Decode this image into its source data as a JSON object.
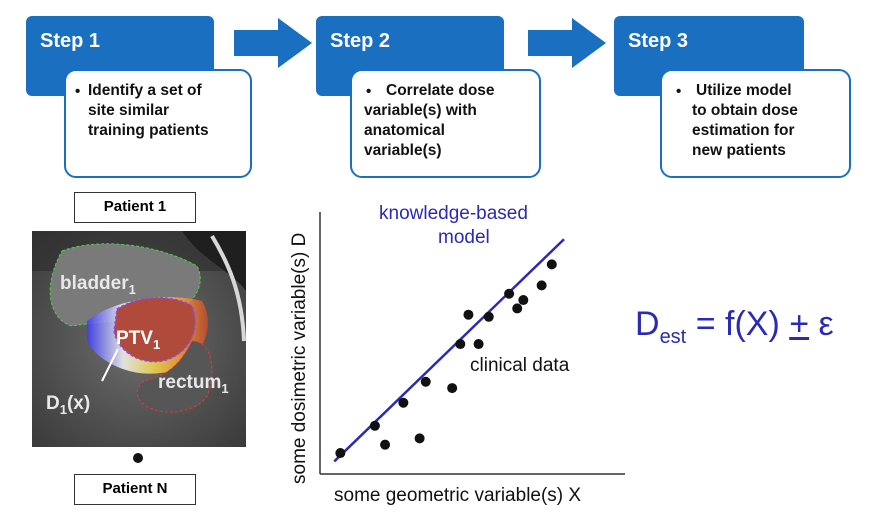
{
  "steps": [
    {
      "title": "Step 1",
      "bullet": "•",
      "lines": [
        "Identify a set of",
        "site similar",
        "training patients"
      ]
    },
    {
      "title": "Step 2",
      "bullet": "•",
      "lines": [
        "Correlate dose",
        "variable(s) with",
        "anatomical",
        "variable(s)"
      ]
    },
    {
      "title": "Step 3",
      "bullet": "•",
      "lines": [
        "Utilize model",
        "to obtain dose",
        "estimation for",
        "new patients"
      ]
    }
  ],
  "patients": {
    "first": "Patient 1",
    "last": "Patient N"
  },
  "ct_labels": {
    "bladder": "bladder",
    "bladder_sub": "1",
    "ptv": "PTV",
    "ptv_sub": "1",
    "rectum": "rectum",
    "rectum_sub": "1",
    "dose": "D",
    "dose_sub": "1",
    "dose_arg": "(x)"
  },
  "colors": {
    "step_blue": "#1a6fc0",
    "model_line": "#2a2ab8",
    "equation": "#2a2ab8"
  },
  "chart_data": {
    "type": "scatter",
    "xlabel": "some geometric variable(s) X",
    "ylabel": "some dosimetric variable(s) D",
    "series": [
      {
        "name": "clinical data",
        "points": [
          [
            1,
            1
          ],
          [
            2.7,
            2.3
          ],
          [
            3.2,
            1.4
          ],
          [
            4.1,
            3.4
          ],
          [
            4.9,
            1.7
          ],
          [
            5.2,
            4.4
          ],
          [
            6.5,
            4.1
          ],
          [
            6.9,
            6.2
          ],
          [
            7.3,
            7.6
          ],
          [
            7.8,
            6.2
          ],
          [
            8.3,
            7.5
          ],
          [
            9.3,
            8.6
          ],
          [
            9.7,
            7.9
          ],
          [
            10.0,
            8.3
          ],
          [
            10.9,
            9.0
          ],
          [
            11.4,
            10.0
          ]
        ]
      },
      {
        "name": "knowledge-based model",
        "line": [
          [
            0.7,
            0.6
          ],
          [
            12.0,
            11.2
          ]
        ]
      }
    ],
    "annotations": [
      "knowledge-based",
      "model",
      "clinical data"
    ],
    "xlim": [
      0,
      15
    ],
    "ylim": [
      0,
      12.5
    ]
  },
  "equation": {
    "lhs": "D",
    "lhs_sub": "est",
    "mid": " = f(X) ",
    "pm": "+",
    "tail": " ε"
  }
}
